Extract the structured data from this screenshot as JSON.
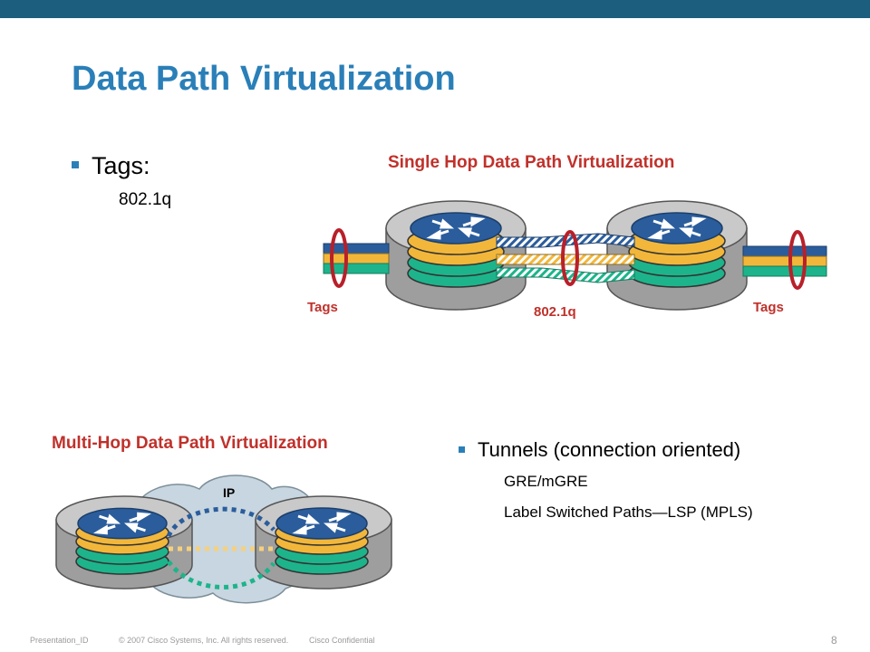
{
  "slide": {
    "title": "Data Path Virtualization",
    "tags_bullet": "Tags:",
    "tags_sub": "802.1q",
    "tunnels_bullet": "Tunnels (connection oriented)",
    "tunnels_sub": [
      "GRE/mGRE",
      "Label Switched Paths—LSP (MPLS)"
    ]
  },
  "single_hop": {
    "title": "Single Hop Data Path Virtualization",
    "label_left": "Tags",
    "label_middle": "802.1q",
    "label_right": "Tags"
  },
  "multi_hop": {
    "title": "Multi-Hop Data Path Virtualization",
    "cloud_label": "IP"
  },
  "footer": {
    "presentation_id": "Presentation_ID",
    "copyright": "© 2007 Cisco Systems, Inc. All rights reserved.",
    "confidential": "Cisco Confidential",
    "page_number": "8"
  },
  "colors": {
    "topbar": "#1c5e7e",
    "title": "#2a7fb8",
    "diagram_title": "#c0312b",
    "blue_path": "#2b5d9c",
    "yellow_path": "#f2b73a",
    "green_path": "#1db48b"
  },
  "icons": [
    "router-icon",
    "ip-cloud-icon",
    "tag-ring-icon"
  ]
}
